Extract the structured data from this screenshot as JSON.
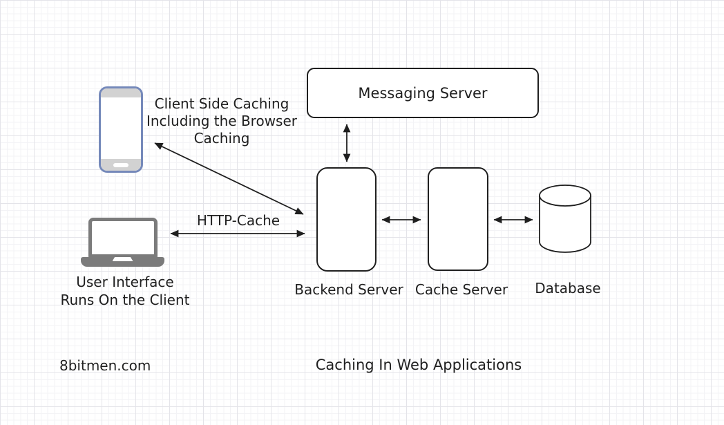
{
  "diagram": {
    "title": "Caching In Web Applications",
    "watermark": "8bitmen.com",
    "nodes": {
      "messaging": {
        "label": "Messaging Server"
      },
      "backend": {
        "label": "Backend Server"
      },
      "cache": {
        "label": "Cache Server"
      },
      "database": {
        "label": "Database"
      }
    },
    "clients": {
      "phone_note": "Client Side Caching\nIncluding the Browser\nCaching",
      "laptop_label": "User Interface\nRuns On the Client"
    },
    "edges": {
      "http_cache_label": "HTTP-Cache"
    },
    "icons": {
      "client_mobile": "smartphone-icon",
      "client_desktop": "laptop-icon",
      "database": "database-cylinder-icon"
    },
    "colors": {
      "stroke": "#1f1f1f",
      "phone_accent": "#7589ba",
      "device_gray": "#7b7b7b",
      "bar_gray": "#d2d2d2",
      "grid_major": "#e4e4e9",
      "grid_minor": "#f3f3f6"
    }
  }
}
